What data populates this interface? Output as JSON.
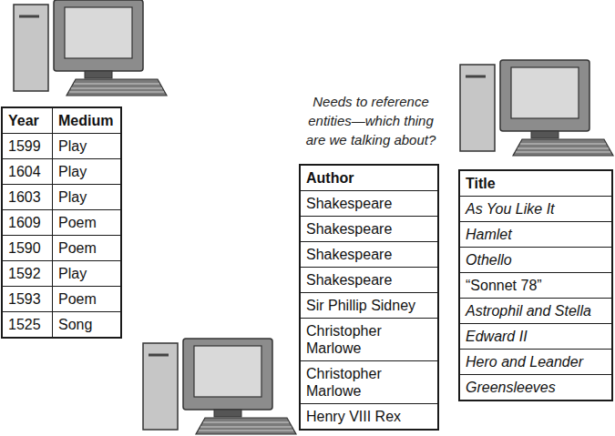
{
  "diagram": {
    "labels": [
      "Needs to reference entities—which thing are we talking about?",
      "Year",
      "Medium",
      "1599",
      "Play",
      "1604",
      "Play",
      "1603",
      "Play",
      "1609",
      "Poem",
      "1590",
      "Poem",
      "1592",
      "Play",
      "1593",
      "Poem",
      "1525",
      "Song",
      "Author",
      "Shakespeare",
      "Shakespeare",
      "Shakespeare",
      "Shakespeare",
      "Sir Phillip Sidney",
      "Christopher Marlowe",
      "Christopher Marlowe",
      "Henry VIII Rex",
      "Title",
      "As You Like It",
      "Hamlet",
      "Othello",
      "“Sonnet 78”",
      "Astrophil and Stella",
      "Edward II",
      "Hero and Leander",
      "Greensleeves"
    ]
  }
}
